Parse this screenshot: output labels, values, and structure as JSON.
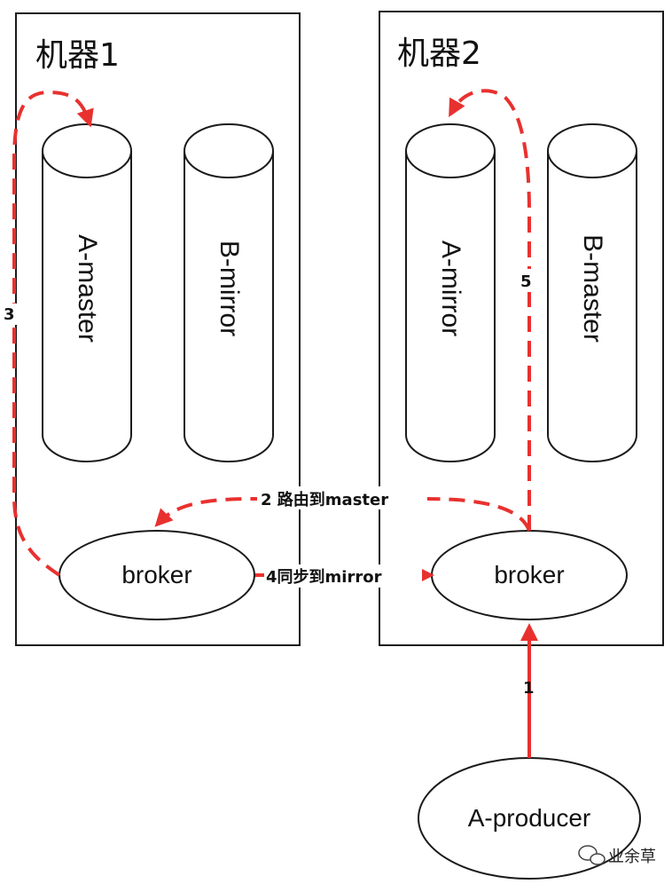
{
  "machine1": {
    "title": "机器1",
    "cylinder_left": "A-master",
    "cylinder_right": "B-mirror",
    "broker": "broker"
  },
  "machine2": {
    "title": "机器2",
    "cylinder_left": "A-mirror",
    "cylinder_right": "B-master",
    "broker": "broker"
  },
  "producer": "A-producer",
  "steps": {
    "s1": "1",
    "s2": "2 路由到master",
    "s3": "3",
    "s4": "4同步到mirror",
    "s5": "5"
  },
  "watermark": "业余草",
  "colors": {
    "arrow": "#e8312f",
    "stroke": "#1a1a1a"
  },
  "icons": {
    "watermark": "wechat-icon"
  }
}
